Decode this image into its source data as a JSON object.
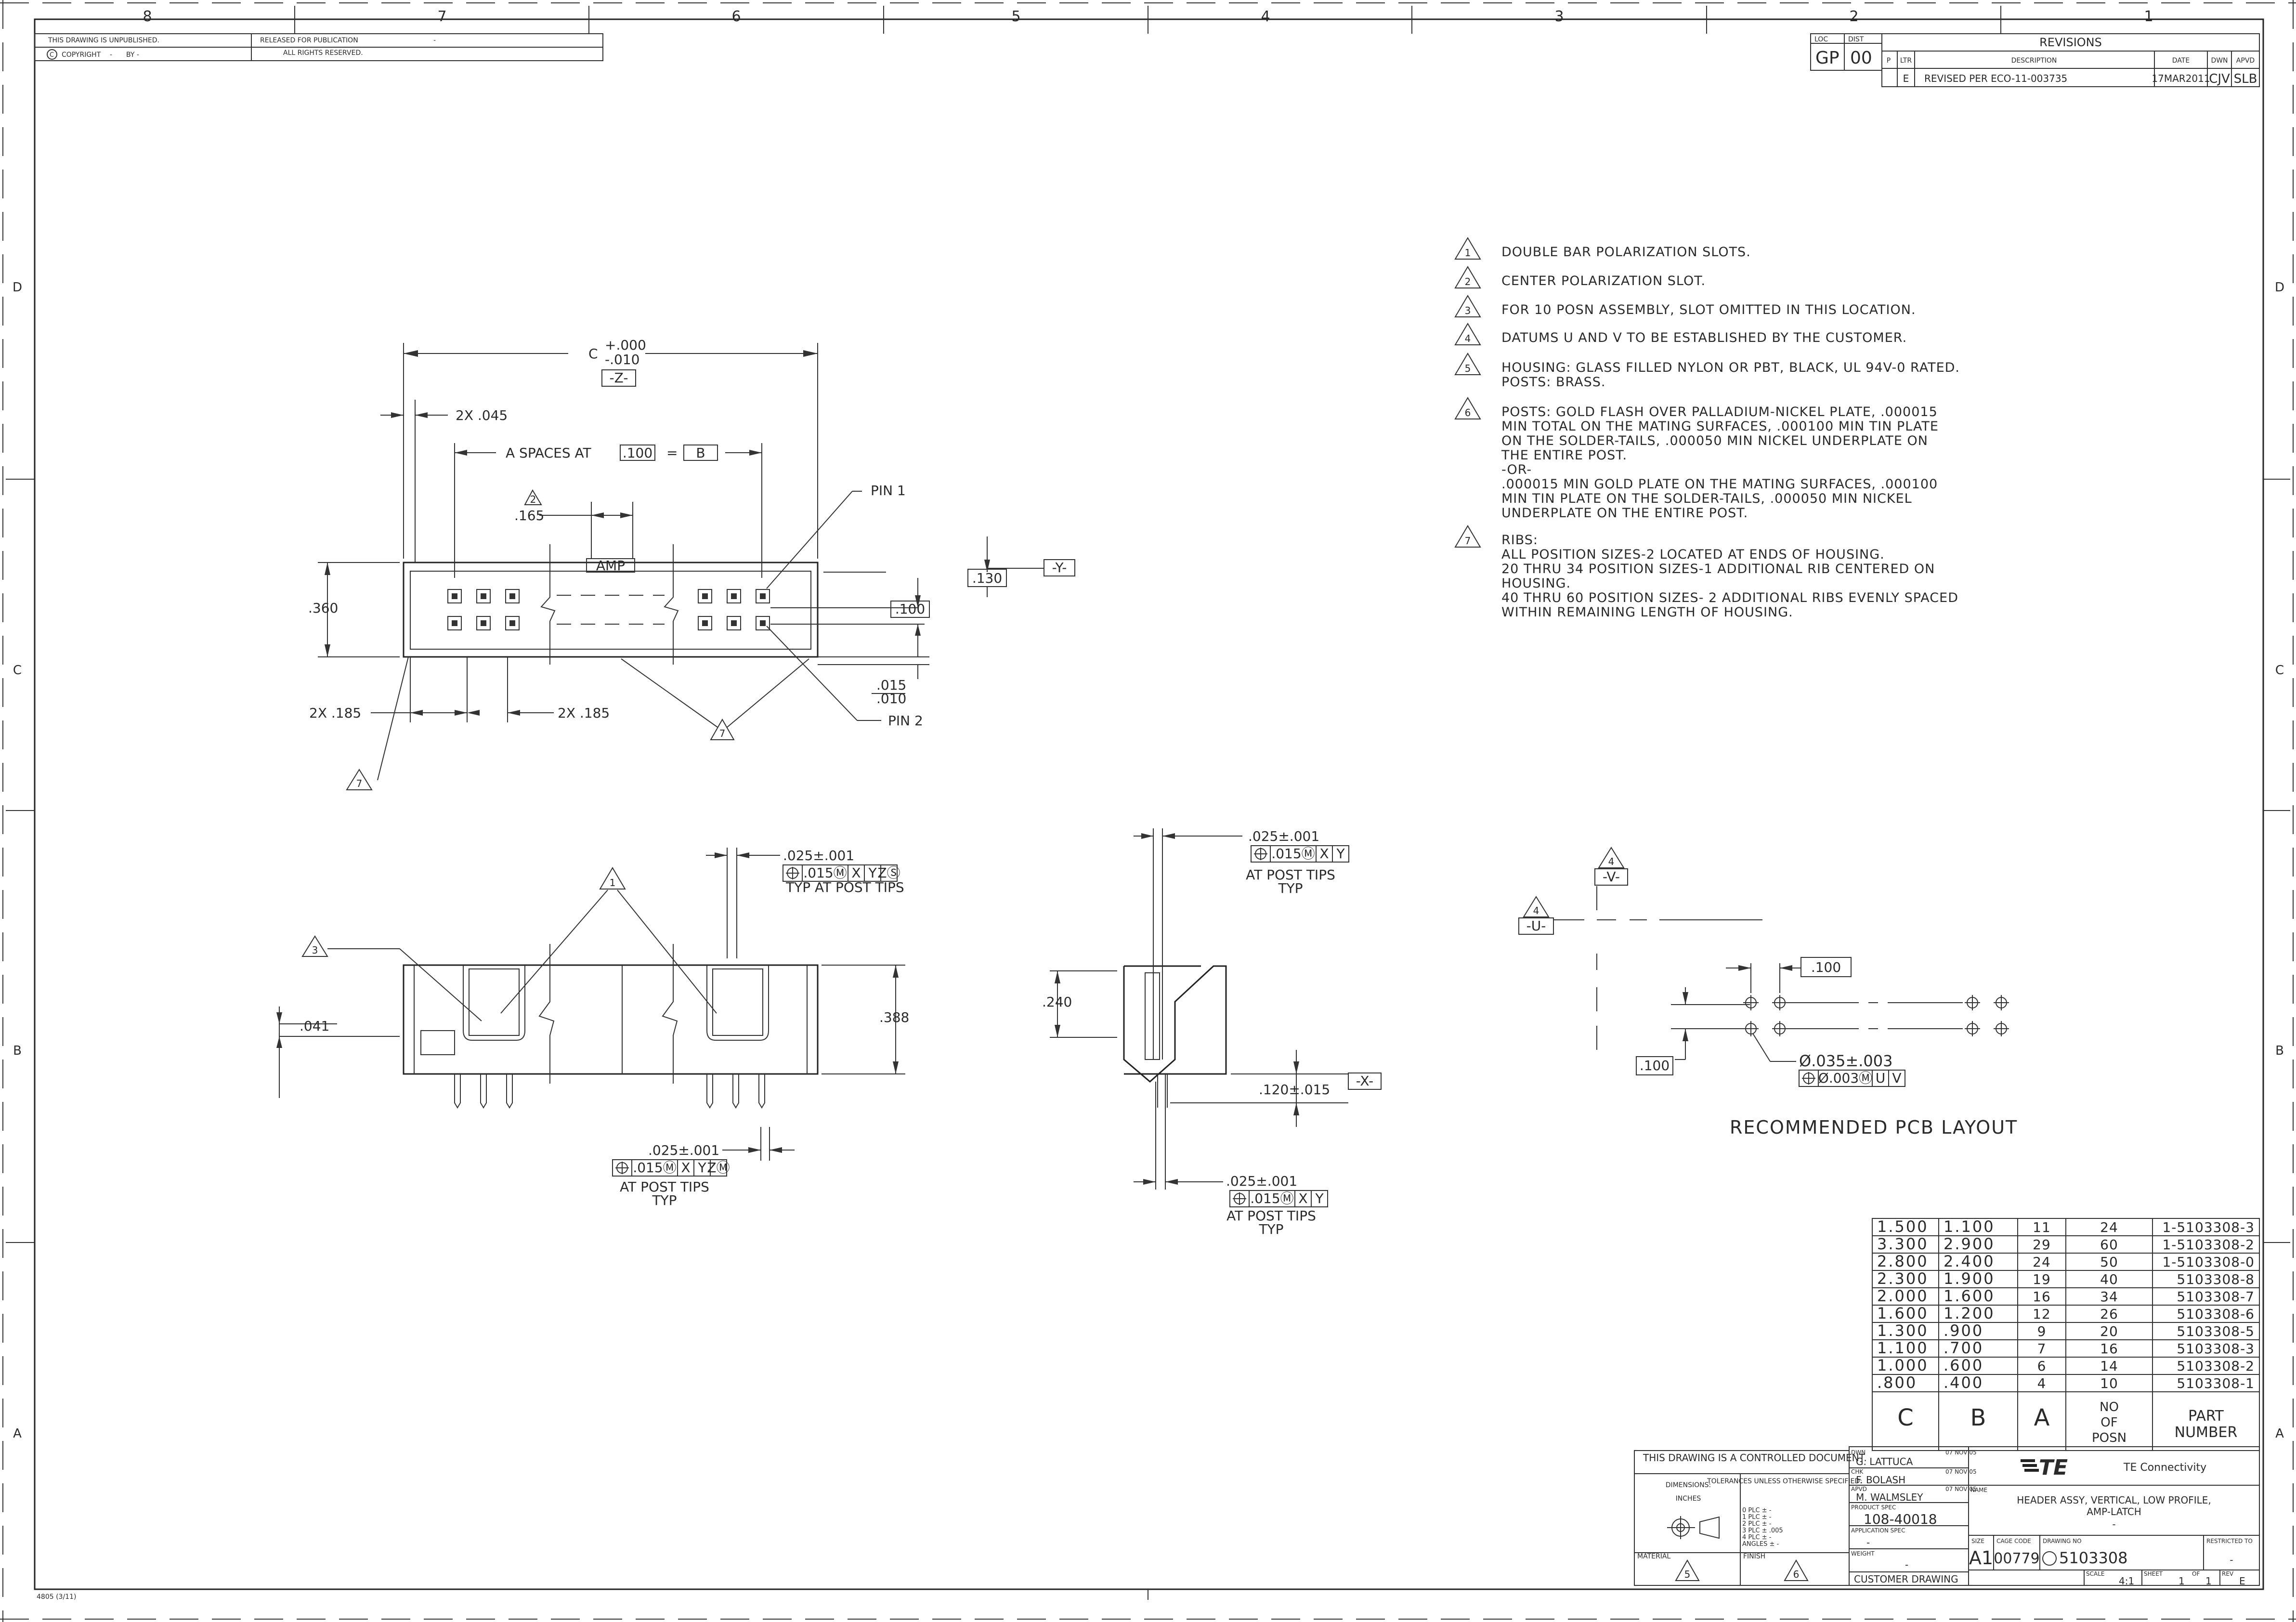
{
  "header": {
    "unpublished": "THIS DRAWING IS UNPUBLISHED.",
    "copyright": "COPYRIGHT",
    "by": "BY -",
    "released": "RELEASED FOR PUBLICATION",
    "rights": "ALL RIGHTS RESERVED.",
    "copyright_dash": "-",
    "released_dash": "-"
  },
  "zones": {
    "cols": [
      "8",
      "7",
      "6",
      "5",
      "4",
      "3",
      "2",
      "1"
    ],
    "rows": [
      "D",
      "C",
      "B",
      "A"
    ]
  },
  "loc_dist": {
    "loc_label": "LOC",
    "dist_label": "DIST",
    "loc": "GP",
    "dist": "00"
  },
  "revisions": {
    "title": "REVISIONS",
    "headers": [
      "P",
      "LTR",
      "DESCRIPTION",
      "DATE",
      "DWN",
      "APVD"
    ],
    "row": {
      "ltr": "E",
      "desc": "REVISED PER ECO-11-003735",
      "date": "17MAR2011",
      "dwn": "CJV",
      "apvd": "SLB"
    }
  },
  "notes": [
    {
      "num": "1",
      "lines": [
        "DOUBLE BAR POLARIZATION SLOTS."
      ]
    },
    {
      "num": "2",
      "lines": [
        "CENTER POLARIZATION SLOT."
      ]
    },
    {
      "num": "3",
      "lines": [
        "FOR 10 POSN ASSEMBLY, SLOT OMITTED IN THIS LOCATION."
      ]
    },
    {
      "num": "4",
      "lines": [
        "DATUMS U AND V TO BE ESTABLISHED BY THE CUSTOMER."
      ]
    },
    {
      "num": "5",
      "lines": [
        "HOUSING: GLASS FILLED NYLON OR PBT, BLACK, UL 94V-0 RATED.",
        "POSTS: BRASS."
      ]
    },
    {
      "num": "6",
      "lines": [
        "POSTS: GOLD FLASH OVER PALLADIUM-NICKEL PLATE, .000015",
        "MIN TOTAL ON THE MATING SURFACES, .000100 MIN TIN PLATE",
        "ON THE SOLDER-TAILS, .000050 MIN NICKEL UNDERPLATE ON",
        "THE ENTIRE POST.",
        "-OR-",
        ".000015 MIN GOLD PLATE ON THE MATING SURFACES, .000100",
        "MIN TIN PLATE ON THE SOLDER-TAILS, .000050 MIN NICKEL",
        "UNDERPLATE ON THE ENTIRE POST."
      ]
    },
    {
      "num": "7",
      "lines": [
        "RIBS:",
        "ALL POSITION SIZES-2 LOCATED AT ENDS OF HOUSING.",
        "20 THRU 34 POSITION SIZES-1 ADDITIONAL RIB CENTERED ON",
        "HOUSING.",
        "40 THRU 60 POSITION SIZES- 2 ADDITIONAL RIBS EVENLY SPACED",
        "WITHIN REMAINING LENGTH OF HOUSING."
      ]
    }
  ],
  "top_view": {
    "c_tol_plus": "+.000",
    "c_tol_minus": "-.010",
    "c_letter": "C",
    "datum_z": "-Z-",
    "two_x_045": "2X .045",
    "a_spaces": "A SPACES AT",
    "pitch": ".100",
    "equals": "=",
    "b_letter": "B",
    "pin1": "PIN 1",
    "pin2": "PIN 2",
    "note2": "2",
    "dim_165": ".165",
    "amp": "AMP",
    "dim_130": ".130",
    "datum_y": "-Y-",
    "dim_100": ".100",
    "dim_360": ".360",
    "dim_015": ".015",
    "dim_010": ".010",
    "two_x_185_l": "2X .185",
    "two_x_185_r": "2X .185",
    "note7": "7"
  },
  "front_view": {
    "note1": "1",
    "note3": "3",
    "dim_025": ".025±.001",
    "fcf_top": [
      ".015Ⓜ",
      "X",
      "Y",
      "ZⓈ"
    ],
    "typ_at_post_tips": "TYP AT POST TIPS",
    "dim_041": ".041",
    "dim_388": ".388",
    "dim_025_b": ".025±.001",
    "fcf_bot": [
      ".015Ⓜ",
      "X",
      "Y",
      "ZⓂ"
    ],
    "at_post_tips": "AT POST TIPS",
    "typ": "TYP"
  },
  "side_view": {
    "dim_025": ".025±.001",
    "fcf_top": [
      ".015Ⓜ",
      "X",
      "Y"
    ],
    "at_post_tips": "AT POST TIPS",
    "typ": "TYP",
    "dim_240": ".240",
    "dim_120": ".120±.015",
    "datum_x": "-X-",
    "dim_025_b": ".025±.001",
    "fcf_bot": [
      ".015Ⓜ",
      "X",
      "Y"
    ],
    "at_post_tips_b": "AT POST TIPS",
    "typ_b": "TYP"
  },
  "pcb": {
    "note4a": "4",
    "note4b": "4",
    "datum_v": "-V-",
    "datum_u": "-U-",
    "dim_100_top": ".100",
    "dim_100_left": ".100",
    "hole_dia": "Ø.035±.003",
    "fcf": [
      "Ø.003Ⓜ",
      "U",
      "V"
    ],
    "title": "RECOMMENDED PCB LAYOUT"
  },
  "table": {
    "rows": [
      [
        "1.500",
        "1.100",
        "11",
        "24",
        "1-5103308-3"
      ],
      [
        "3.300",
        "2.900",
        "29",
        "60",
        "1-5103308-2"
      ],
      [
        "2.800",
        "2.400",
        "24",
        "50",
        "1-5103308-0"
      ],
      [
        "2.300",
        "1.900",
        "19",
        "40",
        "5103308-8"
      ],
      [
        "2.000",
        "1.600",
        "16",
        "34",
        "5103308-7"
      ],
      [
        "1.600",
        "1.200",
        "12",
        "26",
        "5103308-6"
      ],
      [
        "1.300",
        ".900",
        "9",
        "20",
        "5103308-5"
      ],
      [
        "1.100",
        ".700",
        "7",
        "16",
        "5103308-3"
      ],
      [
        "1.000",
        ".600",
        "6",
        "14",
        "5103308-2"
      ],
      [
        ".800",
        ".400",
        "4",
        "10",
        "5103308-1"
      ]
    ],
    "headers": [
      "C",
      "B",
      "A",
      "NO OF POSN",
      "PART NUMBER"
    ]
  },
  "title_block": {
    "controlled": "THIS DRAWING IS A CONTROLLED DOCUMENT.",
    "dimensions": "DIMENSIONS:",
    "inches": "INCHES",
    "tolerances": "TOLERANCES UNLESS OTHERWISE SPECIFIED:",
    "tol_lines": [
      "0 PLC ± -",
      "1 PLC ± -",
      "2 PLC ± -",
      "3 PLC ± .005",
      "4 PLC ± -",
      "ANGLES ± -"
    ],
    "material": "MATERIAL",
    "finish": "FINISH",
    "mat_note": "5",
    "fin_note": "6",
    "dwn_label": "DWN",
    "dwn_name": "G. LATTUCA",
    "dwn_date": "07 NOV 05",
    "chk_label": "CHK",
    "chk_name": "F. BOLASH",
    "chk_date": "07 NOV 05",
    "apvd_label": "APVD",
    "apvd_name": "M. WALMSLEY",
    "apvd_date": "07 NOV 05",
    "product_spec": "PRODUCT SPEC",
    "spec_val": "108-40018",
    "app_spec": "APPLICATION SPEC",
    "app_val": "-",
    "weight": "WEIGHT",
    "weight_val": "-",
    "company": "TE Connectivity",
    "logo": "TE",
    "name_label": "NAME",
    "name_line1": "HEADER ASSY, VERTICAL, LOW PROFILE,",
    "name_line2": "AMP-LATCH",
    "name_line3": "-",
    "size_label": "SIZE",
    "size": "A1",
    "cage_label": "CAGE CODE",
    "cage": "00779",
    "dwg_label": "DRAWING NO",
    "dwg_no": "5103308",
    "restricted": "RESTRICTED TO",
    "restricted_val": "-",
    "customer": "CUSTOMER DRAWING",
    "scale_label": "SCALE",
    "scale": "4:1",
    "sheet_label": "SHEET",
    "sheet": "1",
    "of_label": "OF",
    "of": "1",
    "rev_label": "REV",
    "rev": "E"
  },
  "form_no": "4805 (3/11)"
}
